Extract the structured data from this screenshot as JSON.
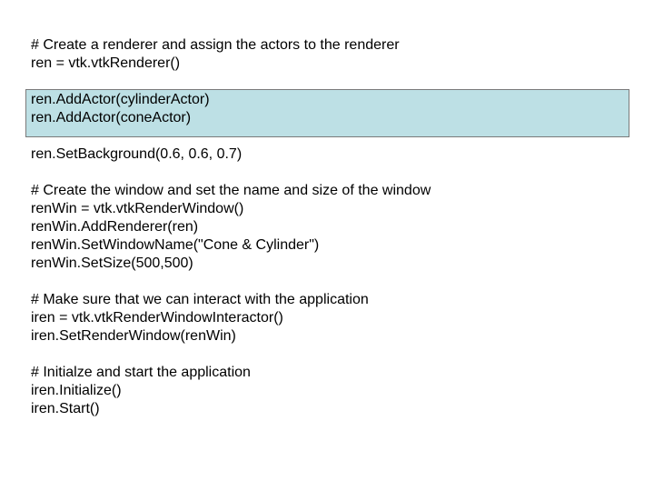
{
  "highlight_color": "#bde0e5",
  "section1": {
    "comment": "# Create a renderer and assign the actors to the renderer",
    "line1": "ren = vtk.vtkRenderer()"
  },
  "highlighted": {
    "line1": "ren.AddActor(cylinderActor)",
    "line2": "ren.AddActor(coneActor)"
  },
  "section2": {
    "line1": "ren.SetBackground(0.6, 0.6, 0.7)"
  },
  "section3": {
    "comment": "# Create the window and set the name and size of the window",
    "line1": "renWin = vtk.vtkRenderWindow()",
    "line2": "renWin.AddRenderer(ren)",
    "line3": "renWin.SetWindowName(\"Cone & Cylinder\")",
    "line4": "renWin.SetSize(500,500)"
  },
  "section4": {
    "comment": "# Make sure that we can interact with the application",
    "line1": "iren = vtk.vtkRenderWindowInteractor()",
    "line2": "iren.SetRenderWindow(renWin)"
  },
  "section5": {
    "comment": "# Initialze and start the application",
    "line1": "iren.Initialize()",
    "line2": "iren.Start()"
  }
}
